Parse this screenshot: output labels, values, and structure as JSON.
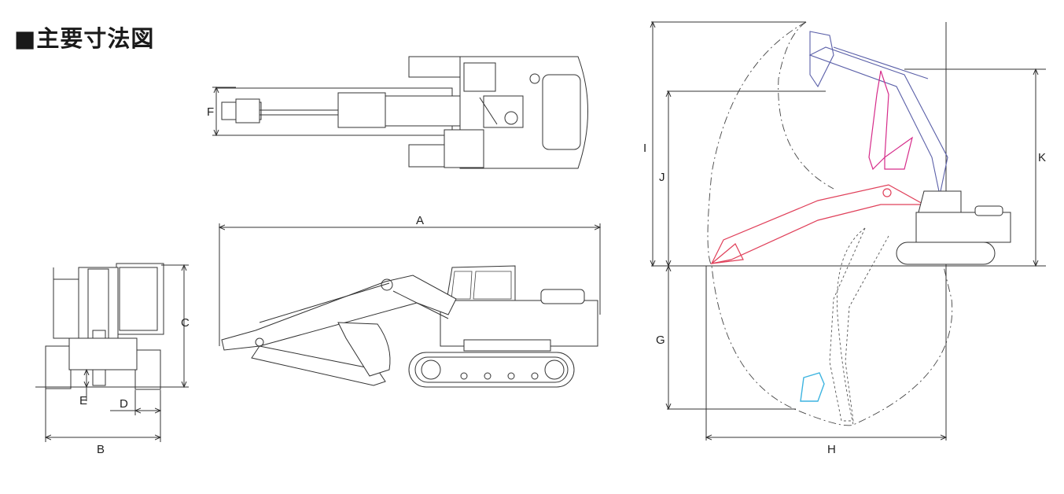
{
  "title": "■主要寸法図",
  "dimension_labels": {
    "A": "A",
    "B": "B",
    "C": "C",
    "D": "D",
    "E": "E",
    "F": "F",
    "G": "G",
    "H": "H",
    "I": "I",
    "J": "J",
    "K": "K"
  },
  "colors": {
    "line": "#333333",
    "boom_blue": "#5a5fa8",
    "boom_magenta": "#d62c8a",
    "boom_red": "#e0405a",
    "bucket_cyan": "#3db4e0"
  }
}
